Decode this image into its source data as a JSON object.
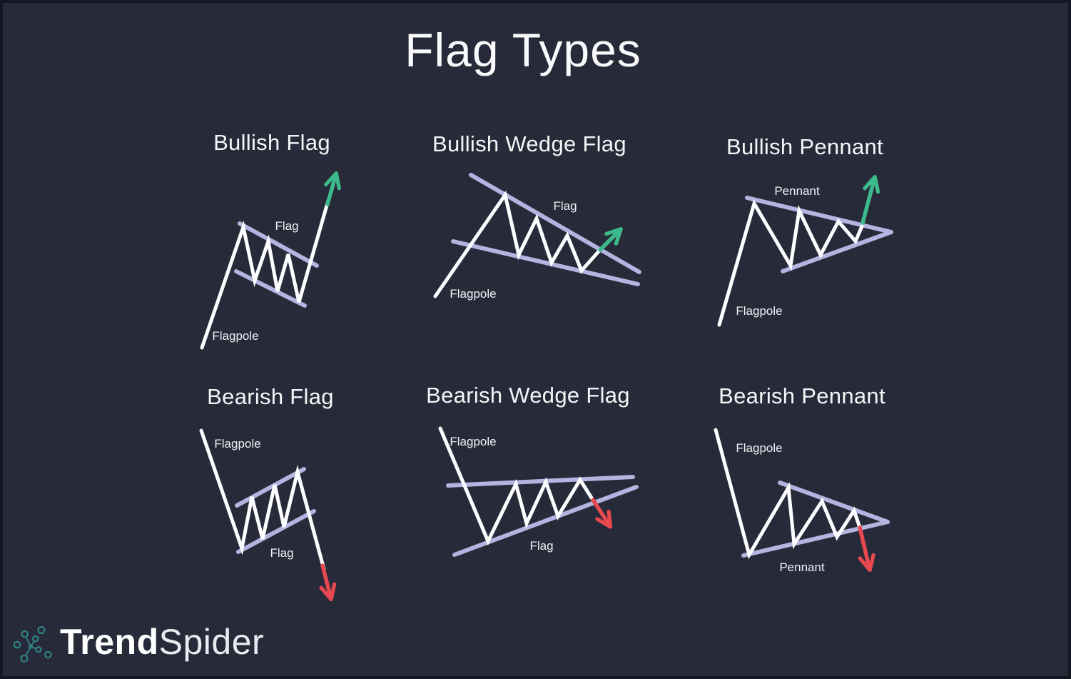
{
  "page": {
    "title": "Flag Types"
  },
  "colors": {
    "background": "#272a38",
    "price_line": "#fdfdff",
    "channel_line": "#b3b4df",
    "bullish_arrow_green": "#3cba8b",
    "bearish_arrow_red": "#e8484f",
    "logo_teal": "#2f8182"
  },
  "patterns": [
    {
      "title": "Bullish Flag",
      "direction": "bullish",
      "breakout": "up",
      "labels": {
        "flag": "Flag",
        "flagpole": "Flagpole"
      }
    },
    {
      "title": "Bullish Wedge Flag",
      "direction": "bullish",
      "breakout": "up",
      "labels": {
        "flag": "Flag",
        "flagpole": "Flagpole"
      }
    },
    {
      "title": "Bullish Pennant",
      "direction": "bullish",
      "breakout": "up",
      "labels": {
        "pennant": "Pennant",
        "flagpole": "Flagpole"
      }
    },
    {
      "title": "Bearish Flag",
      "direction": "bearish",
      "breakout": "down",
      "labels": {
        "flag": "Flag",
        "flagpole": "Flagpole"
      }
    },
    {
      "title": "Bearish Wedge Flag",
      "direction": "bearish",
      "breakout": "down",
      "labels": {
        "flag": "Flag",
        "flagpole": "Flagpole"
      }
    },
    {
      "title": "Bearish Pennant",
      "direction": "bearish",
      "breakout": "down",
      "labels": {
        "pennant": "Pennant",
        "flagpole": "Flagpole"
      }
    }
  ],
  "logo": {
    "brand_bold": "Trend",
    "brand_light": "Spider"
  }
}
